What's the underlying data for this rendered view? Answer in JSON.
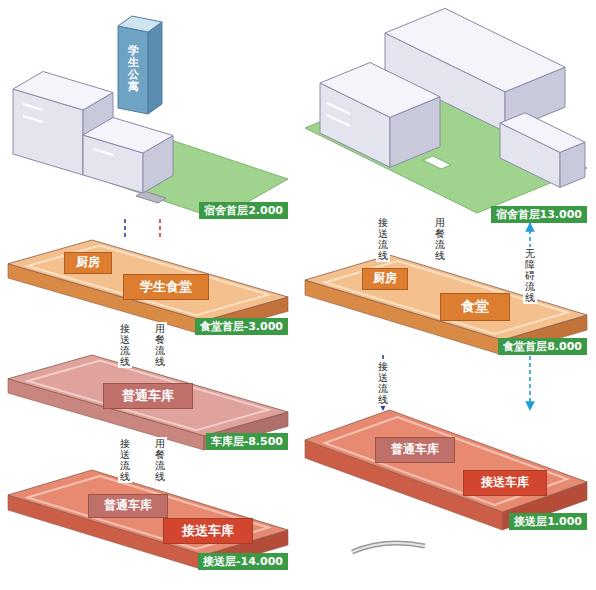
{
  "diagram": {
    "nodes": [
      {
        "text": [
          "宿舍首层2.000"
        ]
      },
      {
        "text": [
          "学生公寓"
        ],
        "in": 0
      },
      {
        "text": [
          "食堂首层-3.000"
        ]
      },
      {
        "text": [
          "厨房"
        ],
        "in": 2
      },
      {
        "text": [
          "学生食堂"
        ],
        "in": 2
      },
      {
        "text": [
          "车库层-8.500"
        ]
      },
      {
        "text": [
          "普通车库"
        ],
        "in": 5
      },
      {
        "text": [
          "接送层-14.000"
        ]
      },
      {
        "text": [
          "普通车库"
        ],
        "in": 7
      },
      {
        "text": [
          "接送车库"
        ],
        "in": 7
      },
      {
        "text": [
          "宿舍首层13.000"
        ]
      },
      {
        "text": [
          "食堂首层8.000"
        ]
      },
      {
        "text": [
          "厨房"
        ],
        "in": 11
      },
      {
        "text": [
          "食堂"
        ],
        "in": 11
      },
      {
        "text": [
          "接送层1.000"
        ]
      },
      {
        "text": [
          "普通车库"
        ],
        "in": 14
      },
      {
        "text": [
          "接送车库"
        ],
        "in": 14
      }
    ],
    "edges": [
      {
        "from": 0,
        "to": 2,
        "arrow": "none"
      },
      {
        "from": 0,
        "to": 2,
        "arrow": "none"
      },
      {
        "from": 2,
        "to": 5,
        "label": "接送流线",
        "arrow": "none"
      },
      {
        "from": 2,
        "to": 5,
        "label": "用餐流线",
        "arrow": "none"
      },
      {
        "from": 5,
        "to": 7,
        "label": "接送流线",
        "arrow": "to"
      },
      {
        "from": 5,
        "to": 7,
        "label": "用餐流线",
        "arrow": "to"
      },
      {
        "from": 10,
        "to": 11,
        "label": "接送流线",
        "arrow": "none"
      },
      {
        "from": 10,
        "to": 11,
        "label": "用餐流线",
        "arrow": "none"
      },
      {
        "from": 11,
        "to": 14,
        "label": "接送流线",
        "arrow": "to"
      },
      {
        "from": 10,
        "to": 14,
        "label": "无障碍流线",
        "arrow": "both"
      }
    ]
  }
}
